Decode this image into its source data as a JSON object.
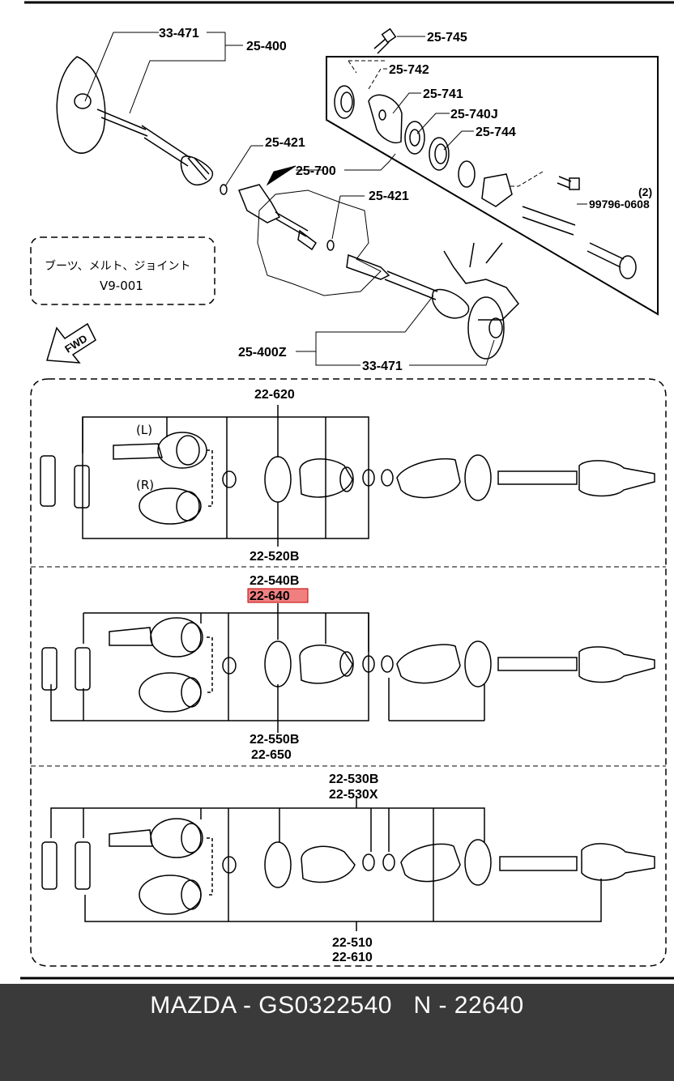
{
  "labels": {
    "p33_471_top": "33-471",
    "p25_400": "25-400",
    "p25_745": "25-745",
    "p25_742": "25-742",
    "p25_741": "25-741",
    "p25_740j": "25-740J",
    "p25_744": "25-744",
    "p25_421_a": "25-421",
    "p25_700": "25-700",
    "p25_421_b": "25-421",
    "p99796_qty": "(2)",
    "p99796": "99796-0608",
    "note_line1": "ブーツ、メルト、ジョイント",
    "note_line2": "V9-001",
    "fwd": "FWD",
    "p25_400z": "25-400Z",
    "p33_471_bottom": "33-471",
    "p22_620": "22-620",
    "side_l": "(L)",
    "side_r": "(R)",
    "p22_520b": "22-520B",
    "p22_540b": "22-540B",
    "p22_640": "22-640",
    "p22_550b": "22-550B",
    "p22_650": "22-650",
    "p22_530b": "22-530B",
    "p22_530x": "22-530X",
    "p22_510": "22-510",
    "p22_610": "22-610"
  },
  "highlight_color": "#f08080",
  "footer": {
    "text": "MAZDA - GS0322540   N - 22640"
  }
}
